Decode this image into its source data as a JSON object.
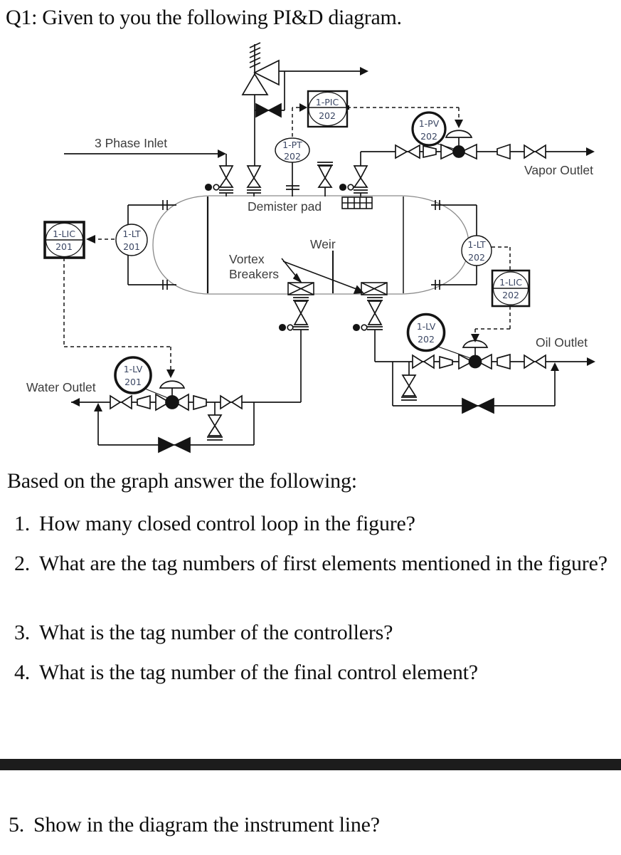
{
  "title": "Q1: Given to you the following PI&D diagram.",
  "diagram": {
    "labels": {
      "inlet": "3 Phase Inlet",
      "vapor_outlet": "Vapor Outlet",
      "demister": "Demister pad",
      "weir": "Weir",
      "vortex_line1": "Vortex",
      "vortex_line2": "Breakers",
      "water_outlet": "Water Outlet",
      "oil_outlet": "Oil Outlet"
    },
    "instruments": {
      "pic202": {
        "tag": "1-PIC",
        "num": "202"
      },
      "pv202": {
        "tag": "1-PV",
        "num": "202"
      },
      "pt202": {
        "tag": "1-PT",
        "num": "202"
      },
      "lic201": {
        "tag": "1-LIC",
        "num": "201"
      },
      "lt201": {
        "tag": "1-LT",
        "num": "201"
      },
      "lt202": {
        "tag": "1-LT",
        "num": "202"
      },
      "lic202": {
        "tag": "1-LIC",
        "num": "202"
      },
      "lv201": {
        "tag": "1-LV",
        "num": "201"
      },
      "lv202": {
        "tag": "1-LV",
        "num": "202"
      }
    },
    "colors": {
      "piping_line": "#141414",
      "vessel_outline": "#8a8a8a",
      "instrument_text": "#3a4663",
      "label_text": "#3c3c3c",
      "divider_bar": "#1c1c1c"
    }
  },
  "questions": {
    "intro": "Based on the graph answer the following:",
    "items": [
      {
        "num": "1.",
        "text": "How many closed control loop in the figure?"
      },
      {
        "num": "2.",
        "text": "What are the tag numbers of first elements mentioned in the figure?"
      },
      {
        "num": "3.",
        "text": "What is the tag number of the controllers?"
      },
      {
        "num": "4.",
        "text": "What is the tag number of the final control element?"
      },
      {
        "num": "5.",
        "text": "Show in the diagram the instrument line?"
      }
    ]
  }
}
